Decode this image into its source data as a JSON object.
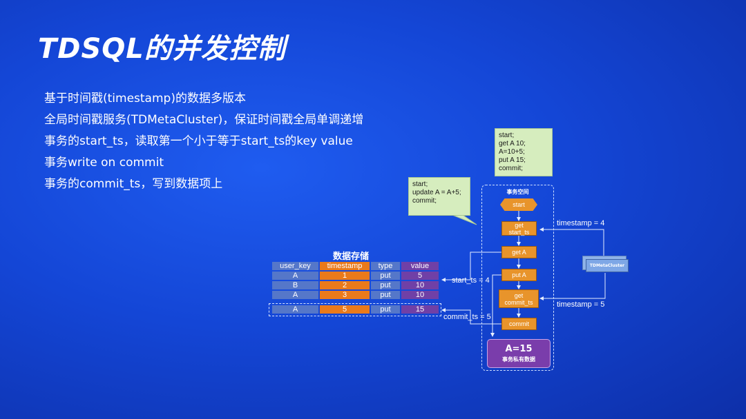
{
  "title": "TDSQL的并发控制",
  "bullets": [
    "基于时间戳(timestamp)的数据多版本",
    "全局时间戳服务(TDMetaCluster)，保证时间戳全局单调递增",
    "事务的start_ts，读取第一个小于等于start_ts的key value",
    "事务write on commit",
    "事务的commit_ts，写到数据项上"
  ],
  "notes": {
    "note1": "start;\nget A 10;\nA=10+5;\nput A 15;\ncommit;",
    "note2": "start;\nupdate A = A+5;\ncommit;"
  },
  "flow": {
    "space_label": "事务空间",
    "start": "start",
    "get_start_ts": "get\nstart_ts",
    "get_a": "get A",
    "put_a": "put A",
    "get_commit_ts": "get\ncommit_ts",
    "commit": "commit",
    "private_value": "A=15",
    "private_label": "事务私有数据"
  },
  "cluster": "TDMetaCluster",
  "labels": {
    "ts4": "timestamp = 4",
    "ts5": "timestamp = 5",
    "start_ts": "start_ts = 4",
    "commit_ts": "commit_ts = 5"
  },
  "storage": {
    "title": "数据存储",
    "headers": [
      "user_key",
      "timestamp",
      "type",
      "value"
    ],
    "rows": [
      [
        "A",
        "1",
        "put",
        "5"
      ],
      [
        "B",
        "2",
        "put",
        "10"
      ],
      [
        "A",
        "3",
        "put",
        "10"
      ]
    ],
    "new_row": [
      "A",
      "5",
      "put",
      "15"
    ]
  }
}
